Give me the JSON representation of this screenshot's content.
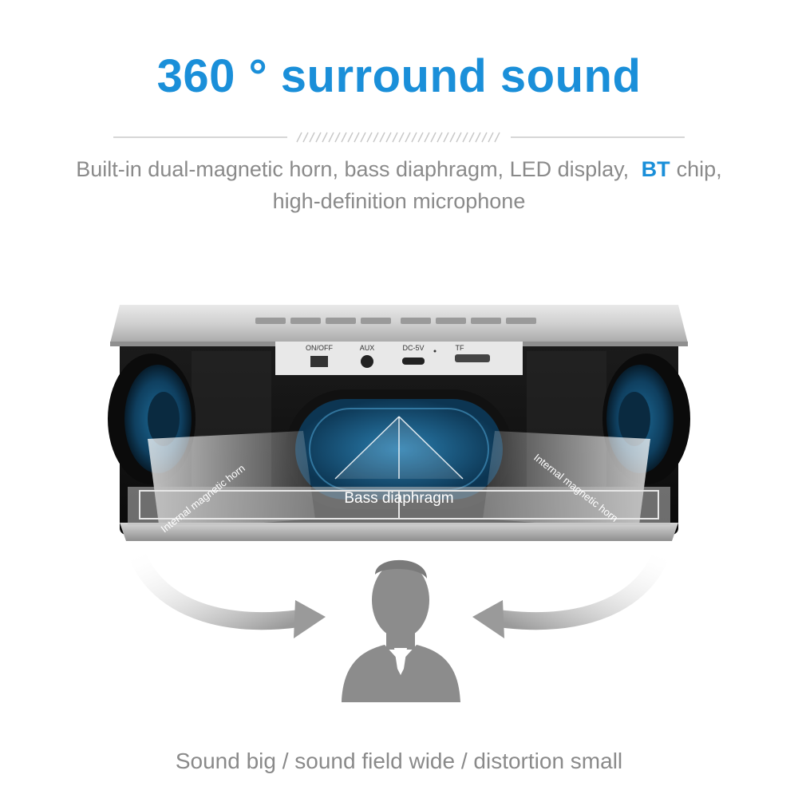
{
  "headline": "360 ° surround sound",
  "subtitle": {
    "line1_before": "Built-in dual-magnetic horn, bass diaphragm, LED display,",
    "highlight": "BT",
    "line1_after": "chip,",
    "line2": "high-definition microphone"
  },
  "ports": {
    "power": "ON/OFF",
    "aux": "AUX",
    "dc": "DC-5V",
    "tf": "TF"
  },
  "labels": {
    "left_horn": "Internal magnetic horn",
    "bass": "Bass diaphragm",
    "right_horn": "Internal magnetic horn"
  },
  "caption": "Sound big / sound field wide / distortion small",
  "colors": {
    "accent": "#1a8fd9",
    "text_gray": "#8a8a8a",
    "speaker_blue": "#0f4a6e",
    "person_gray": "#8c8c8c"
  }
}
